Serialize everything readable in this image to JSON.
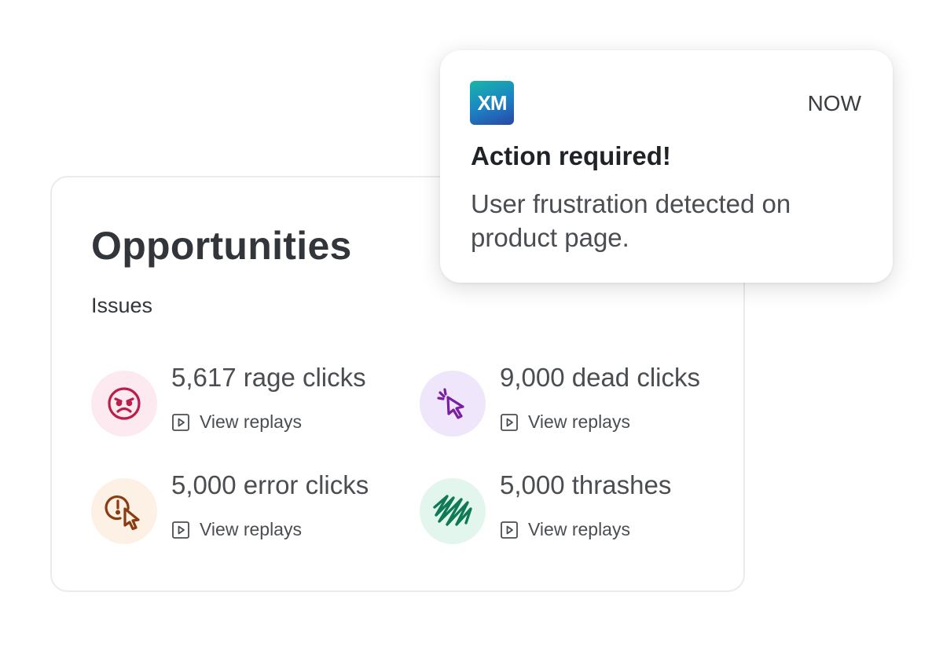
{
  "opportunities": {
    "title": "Opportunities",
    "subtitle": "Issues",
    "issues": [
      {
        "count_label": "5,617 rage clicks",
        "link_label": "View replays",
        "icon": "angry-face-icon",
        "icon_color": "#bb1e4a",
        "badge_color": "#fdeaf0"
      },
      {
        "count_label": "9,000 dead clicks",
        "link_label": "View replays",
        "icon": "dead-click-cursor-icon",
        "icon_color": "#7b1fa2",
        "badge_color": "#efe6fb"
      },
      {
        "count_label": "5,000 error clicks",
        "link_label": "View replays",
        "icon": "error-click-cursor-icon",
        "icon_color": "#8a3b0f",
        "badge_color": "#fdf0e4"
      },
      {
        "count_label": "5,000 thrashes",
        "link_label": "View replays",
        "icon": "thrash-scribble-icon",
        "icon_color": "#0e7a56",
        "badge_color": "#e2f6ee"
      }
    ]
  },
  "notification": {
    "app_logo_text": "XM",
    "time": "NOW",
    "title": "Action required!",
    "body": "User frustration detected on product page."
  }
}
